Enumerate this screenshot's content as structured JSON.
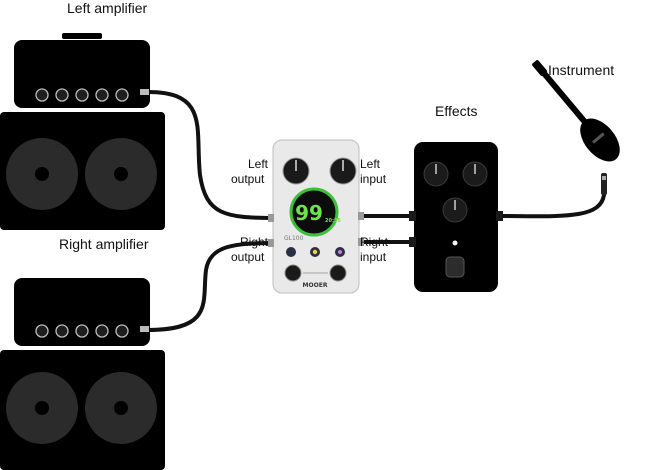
{
  "labels": {
    "left_amplifier": "Left amplifier",
    "right_amplifier": "Right amplifier",
    "instrument": "Instrument",
    "effects": "Effects",
    "left_output_1": "Left",
    "left_output_2": "output",
    "left_input_1": "Left",
    "left_input_2": "input",
    "right_output_1": "Right",
    "right_output_2": "output",
    "right_input_1": "Right",
    "right_input_2": "input"
  },
  "pedal": {
    "model": "GL100",
    "brand": "MOOER",
    "display_value": "99",
    "display_sub": "20:35"
  },
  "colors": {
    "device": "#000000",
    "speaker": "#2b2b2b",
    "pedal_body": "#e9e9e9",
    "screen_ring": "#3dbf3a",
    "screen_text": "#6fe24a",
    "cable": "#111111"
  }
}
